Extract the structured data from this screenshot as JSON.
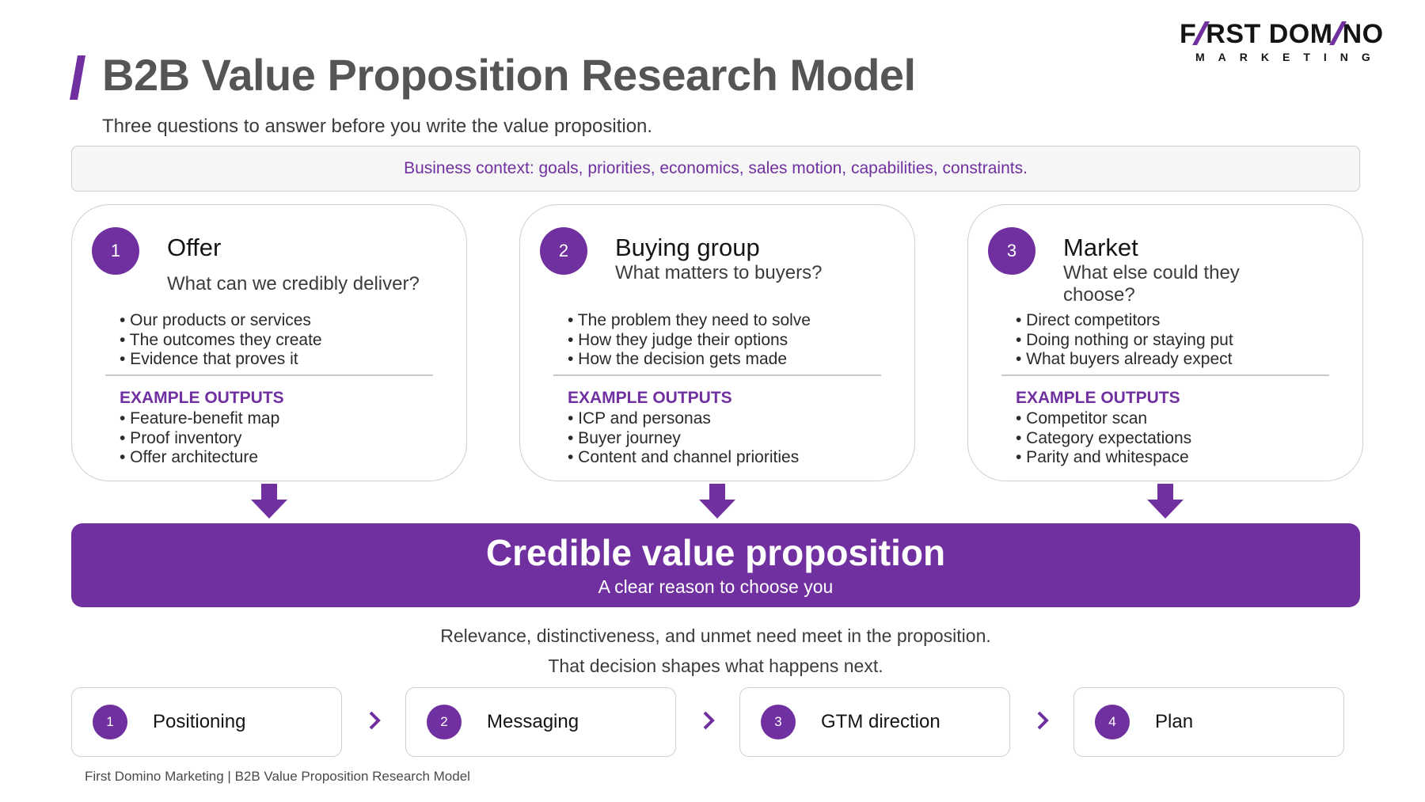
{
  "header": {
    "title": "B2B Value Proposition Research Model",
    "subtitle": "Three questions to answer before you write the value proposition."
  },
  "logo": {
    "word_part1": "F",
    "word_part2": "RST DOM",
    "word_part3": "NO",
    "sub": "MARKETING"
  },
  "context": {
    "text": "Business context: goals, priorities, economics, sales motion, capabilities, constraints."
  },
  "cards": [
    {
      "number": "1",
      "title": "Offer",
      "question": "What can we credibly deliver?",
      "bullets": [
        "• Our products or services",
        "• The outcomes they create",
        "• Evidence that proves it"
      ],
      "outputs_label": "EXAMPLE OUTPUTS",
      "outputs": [
        "• Feature-benefit map",
        "• Proof inventory",
        "• Offer architecture"
      ]
    },
    {
      "number": "2",
      "title": "Buying group",
      "question": "What matters to buyers?",
      "bullets": [
        "• The problem they need to solve",
        "• How they judge their options",
        "• How the decision gets made"
      ],
      "outputs_label": "EXAMPLE OUTPUTS",
      "outputs": [
        "• ICP and personas",
        "• Buyer journey",
        "• Content and channel priorities"
      ]
    },
    {
      "number": "3",
      "title": "Market",
      "question": "What else could they choose?",
      "bullets": [
        "• Direct competitors",
        "• Doing nothing or staying put",
        "• What buyers already expect"
      ],
      "outputs_label": "EXAMPLE OUTPUTS",
      "outputs": [
        "• Competitor scan",
        "• Category expectations",
        "• Parity and whitespace"
      ]
    }
  ],
  "value_prop": {
    "title": "Credible value proposition",
    "subtitle": "A clear reason to choose you"
  },
  "notes": {
    "line1": "Relevance, distinctiveness, and unmet need meet in the proposition.",
    "line2": "That decision shapes what happens next."
  },
  "steps": [
    {
      "number": "1",
      "label": "Positioning"
    },
    {
      "number": "2",
      "label": "Messaging"
    },
    {
      "number": "3",
      "label": "GTM direction"
    },
    {
      "number": "4",
      "label": "Plan"
    }
  ],
  "footer": {
    "text": "First Domino Marketing  |  B2B Value Proposition Research Model"
  },
  "colors": {
    "accent": "#7030a0",
    "title_gray": "#555555",
    "border": "#cfcfcf"
  }
}
